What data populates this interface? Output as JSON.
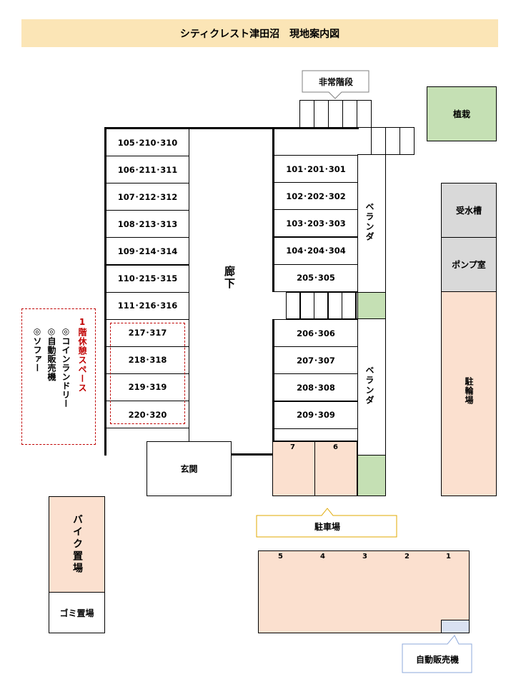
{
  "title": "シティクレスト津田沼　現地案内図",
  "emergency_stairs": "非常階段",
  "corridor": "廊下",
  "entrance": "玄関",
  "left_rooms": [
    "105･210･310",
    "106･211･311",
    "107･212･312",
    "108･213･313",
    "109･214･314",
    "110･215･315",
    "111･216･316",
    "217･317",
    "218･318",
    "219･319",
    "220･320"
  ],
  "right_rooms_top": [
    "101･201･301",
    "102･202･302",
    "103･203･303",
    "104･204･304",
    "205･305"
  ],
  "right_rooms_bottom": [
    "206･306",
    "207･307",
    "208･308",
    "209･309"
  ],
  "veranda": "ベランダ",
  "planting": "植栽",
  "water_tank": "受水槽",
  "pump_room": "ポンプ室",
  "bicycle_parking": "駐輪場",
  "bike_parking": "バイク置場",
  "garbage": "ゴミ置場",
  "parking": "駐車場",
  "vending_machine": "自動販売機",
  "parking_small": [
    "7",
    "6"
  ],
  "parking_lot": [
    "5",
    "4",
    "3",
    "2",
    "1"
  ],
  "rest_space": {
    "title": "1階休憩スペース",
    "items": [
      "◎コインランドリー",
      "◎自動販売機",
      "◎ソファー"
    ]
  },
  "colors": {
    "title_bg": "#fbe5b6",
    "green": "#c5e0b4",
    "gray": "#d9d9d9",
    "peach": "#fbe0cf",
    "rest_space": "#c00000"
  }
}
